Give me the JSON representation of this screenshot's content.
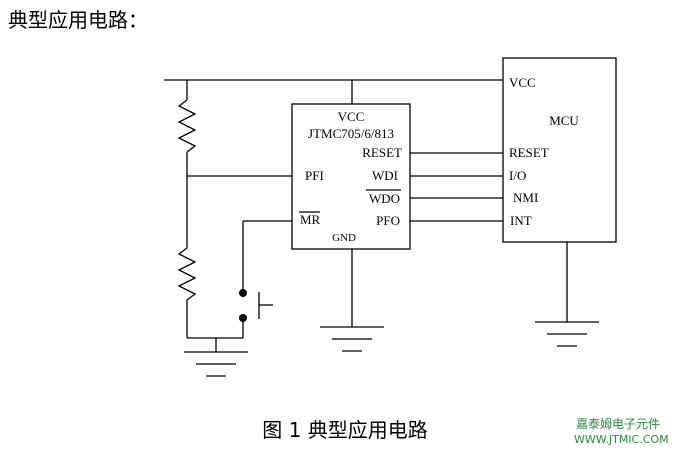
{
  "heading": "典型应用电路：",
  "caption": "图 1 典型应用电路",
  "supervisor_ic": {
    "vcc": "VCC",
    "part": "JTMC705/6/813",
    "pins": {
      "reset": "RESET",
      "pfi": "PFI",
      "wdi": "WDI",
      "wdo": "WDO",
      "mr": "MR",
      "pfo": "PFO",
      "gnd": "GND"
    }
  },
  "mcu": {
    "vcc": "VCC",
    "name": "MCU",
    "pins": {
      "reset": "RESET",
      "io": "I/O",
      "nmi": "NMI",
      "int": "INT"
    }
  },
  "watermark": {
    "line1": "嘉泰姆电子元件",
    "line2": "WWW.JTMIC.COM"
  }
}
